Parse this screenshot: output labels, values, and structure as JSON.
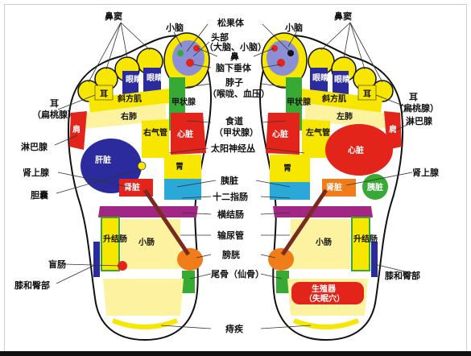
{
  "labels": {
    "bidou": "鼻窦",
    "xiaonao": "小脑",
    "songguoti": "松果体",
    "toubu": "头部",
    "toubu_sub": "（大脑、小脑）",
    "bi": "鼻",
    "naoxia": "脑下垂体",
    "bozi": "脖子",
    "bozi_sub": "（喉咙、血压）",
    "shidao": "食道",
    "shidao_sub": "（甲状腺）",
    "taiyang": "太阳神经丛",
    "er": "耳",
    "er_sub": "（扁桃腺）",
    "linbaxian": "淋巴腺",
    "shenshangxian": "肾上腺",
    "dannang": "胆囊",
    "yizang": "胰脏",
    "shierzhichang": "十二指肠",
    "hengjiechang": "横结肠",
    "shuniaoguan": "输尿管",
    "pangguang": "膀胱",
    "weigu": "尾骨（仙骨）",
    "mangchang": "盲肠",
    "xihetunbu": "膝和臀部",
    "zhichuang": "痔疾"
  },
  "zones": {
    "yanjing": "眼睛",
    "er": "耳",
    "xiefangji": "斜方肌",
    "youfei": "右肺",
    "zuofei": "左肺",
    "jian": "肩",
    "jiazhuangxian": "甲状腺",
    "youqiguan": "右气管",
    "zuoqiguan": "左气管",
    "xinzang": "心脏",
    "ganzang": "肝脏",
    "wei": "胃",
    "shenzang": "肾脏",
    "yizang": "胰脏",
    "shengjiechang": "升结肠",
    "xiaochang": "小肠",
    "shengzhiqi": "生殖器",
    "shengzhiqi_sub": "（失眠穴）"
  },
  "colors": {
    "yellow": "#f6e600",
    "lightyellow": "#fdf2a0",
    "blue": "#2b2b9e",
    "red": "#e3241b",
    "orange": "#f07d1a",
    "green": "#38a935",
    "purple": "#a22784",
    "lavender": "#8a8fd6",
    "cyan": "#2aa8d8",
    "brown": "#7a2a1e"
  }
}
